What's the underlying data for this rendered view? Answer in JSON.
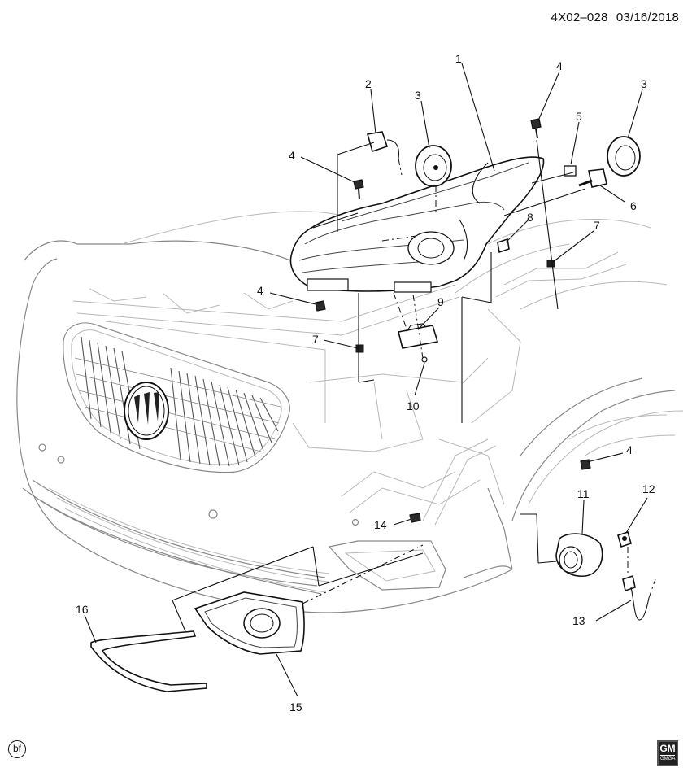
{
  "header": {
    "diagram_code": "4X02–028",
    "date": "03/16/2018"
  },
  "marks": {
    "bf": "bf",
    "gm_logo": "GM",
    "gm_sub": "GMGA"
  },
  "callouts": {
    "c1": "1",
    "c2": "2",
    "c3a": "3",
    "c3b": "3",
    "c4a": "4",
    "c4b": "4",
    "c4c": "4",
    "c4d": "4",
    "c5": "5",
    "c6": "6",
    "c7a": "7",
    "c7b": "7",
    "c8": "8",
    "c9": "9",
    "c10": "10",
    "c11": "11",
    "c12": "12",
    "c13": "13",
    "c14": "14",
    "c15": "15",
    "c16": "16"
  }
}
